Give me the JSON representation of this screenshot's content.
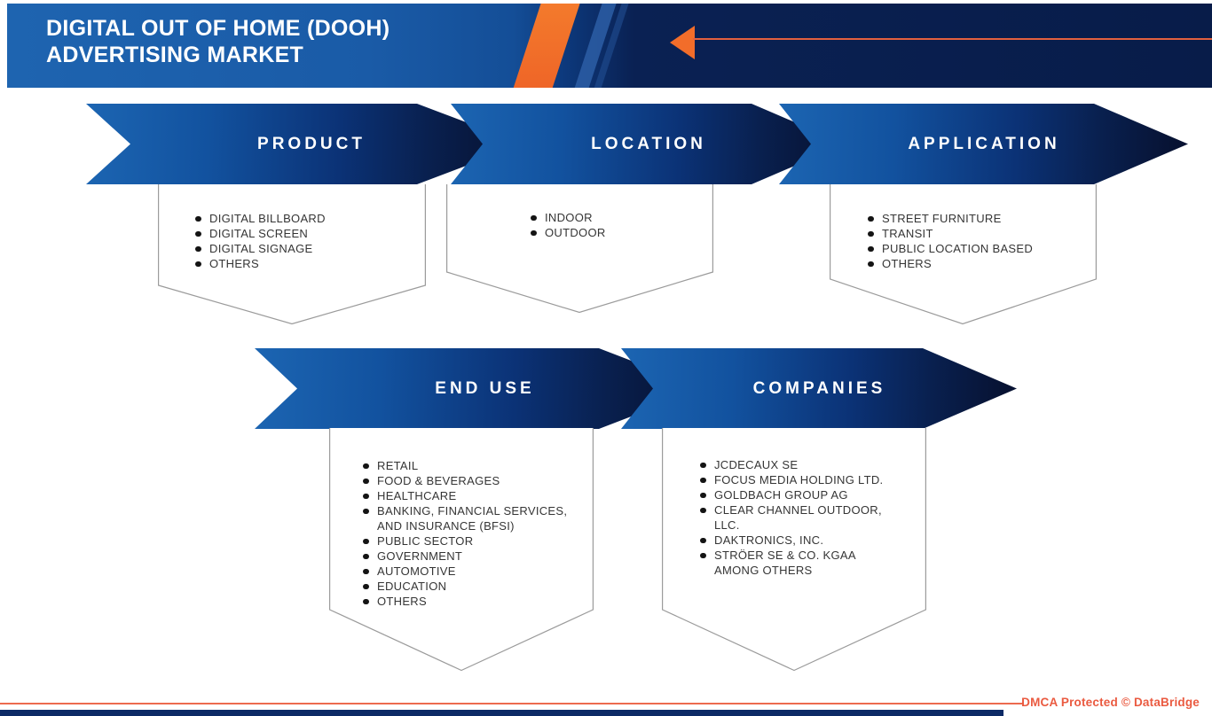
{
  "header": {
    "title_line1": "DIGITAL OUT OF HOME (DOOH)",
    "title_line2": "ADVERTISING MARKET"
  },
  "segments": [
    {
      "label": "PRODUCT",
      "items": [
        "DIGITAL BILLBOARD",
        "DIGITAL SCREEN",
        "DIGITAL SIGNAGE",
        "OTHERS"
      ]
    },
    {
      "label": "LOCATION",
      "items": [
        "INDOOR",
        "OUTDOOR"
      ]
    },
    {
      "label": "APPLICATION",
      "items": [
        "STREET FURNITURE",
        "TRANSIT",
        "PUBLIC LOCATION BASED",
        "OTHERS"
      ]
    },
    {
      "label": "END USE",
      "items": [
        "RETAIL",
        "FOOD & BEVERAGES",
        "HEALTHCARE",
        "BANKING, FINANCIAL SERVICES, AND INSURANCE (BFSI)",
        "PUBLIC SECTOR",
        "GOVERNMENT",
        "AUTOMOTIVE",
        "EDUCATION",
        "OTHERS"
      ]
    },
    {
      "label": "COMPANIES",
      "items": [
        "JCDECAUX SE",
        "FOCUS MEDIA HOLDING LTD.",
        "GOLDBACH GROUP AG",
        "CLEAR CHANNEL OUTDOOR, LLC.",
        "DAKTRONICS, INC.",
        "STRÖER SE & CO. KGAA AMONG OTHERS"
      ]
    }
  ],
  "footer": {
    "dmca": "DMCA Protected © DataBridge"
  },
  "colors": {
    "accent_orange": "#f26d2a",
    "banner_blue_light": "#1c65b2",
    "banner_navy_dark": "#071232",
    "box_border_gray": "#9b9b9b",
    "dmca_orange": "#ea5a40",
    "bottom_bar_navy": "#0d2a66"
  }
}
